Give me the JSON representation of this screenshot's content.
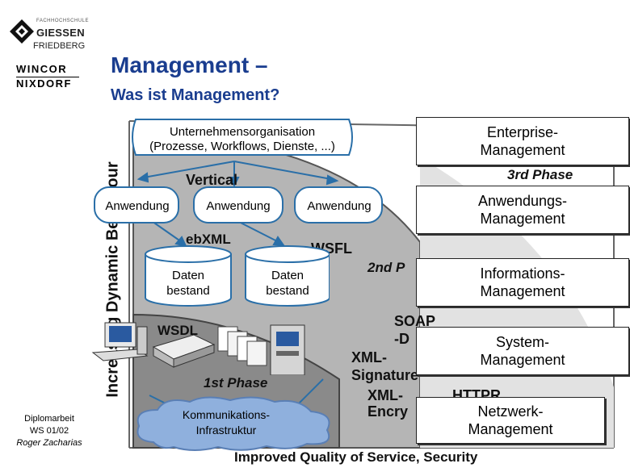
{
  "logos": {
    "fh_small": "FACHHOCHSCHULE",
    "fh_giessen": "GIESSEN",
    "fh_friedberg": "FRIEDBERG",
    "wincor_1": "WINCOR",
    "wincor_2": "NIXDORF"
  },
  "title": "Management –",
  "subtitle": "Was ist Management?",
  "footer": {
    "line1": "Diplomarbeit",
    "line2": "WS 01/02",
    "line3": "Roger Zacharias"
  },
  "background": {
    "vertical_axis": "Increasing Dynamic Behaviour",
    "vertical": "Vertical",
    "ebxml": "ebXML",
    "wsfl": "WSFL",
    "phase3": "3rd Phase",
    "phase2": "2nd P",
    "soap": "SOAP",
    "d": "-D",
    "wsdl": "WSDL",
    "xml_sig1": "XML-",
    "xml_sig2": "Signature",
    "xml_enc1": "XML-",
    "xml_enc2": "Encry",
    "httpr": "HTTPR",
    "phase1": "1st Phase",
    "bottom": "Improved Quality of Service, Security"
  },
  "diagram": {
    "org_line1": "Unternehmensorganisation",
    "org_line2": "(Prozesse, Workflows, Dienste, ...)",
    "app1": "Anwendung",
    "app2": "Anwendung",
    "app3": "Anwendung",
    "db1_line1": "Daten",
    "db1_line2": "bestand",
    "db2_line1": "Daten",
    "db2_line2": "bestand",
    "cloud_line1": "Kommunikations-",
    "cloud_line2": "Infrastruktur"
  },
  "management_boxes": [
    {
      "line1": "Enterprise-",
      "line2": "Management"
    },
    {
      "line1": "Anwendungs-",
      "line2": "Management"
    },
    {
      "line1": "Informations-",
      "line2": "Management"
    },
    {
      "line1": "System-",
      "line2": "Management"
    },
    {
      "line1": "Netzwerk-",
      "line2": "Management"
    }
  ],
  "colors": {
    "title": "#1a3d8f",
    "arrow": "#2a6fa8",
    "gray_shape": "#9a9a9a",
    "cloud": "#8fb0dd"
  }
}
